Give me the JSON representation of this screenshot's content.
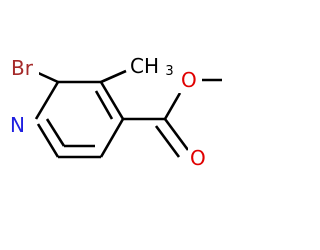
{
  "molecule": {
    "atoms": {
      "bromine": "Br",
      "nitrogen": "N",
      "oxygen_ester": "O",
      "oxygen_carbonyl": "O",
      "methyl_main": "CH",
      "methyl_sub": "3"
    },
    "colors": {
      "bromine": "#a52a2a",
      "nitrogen": "#1f1fe0",
      "oxygen": "#e00000",
      "carbon": "#000000",
      "bond": "#000000"
    }
  }
}
